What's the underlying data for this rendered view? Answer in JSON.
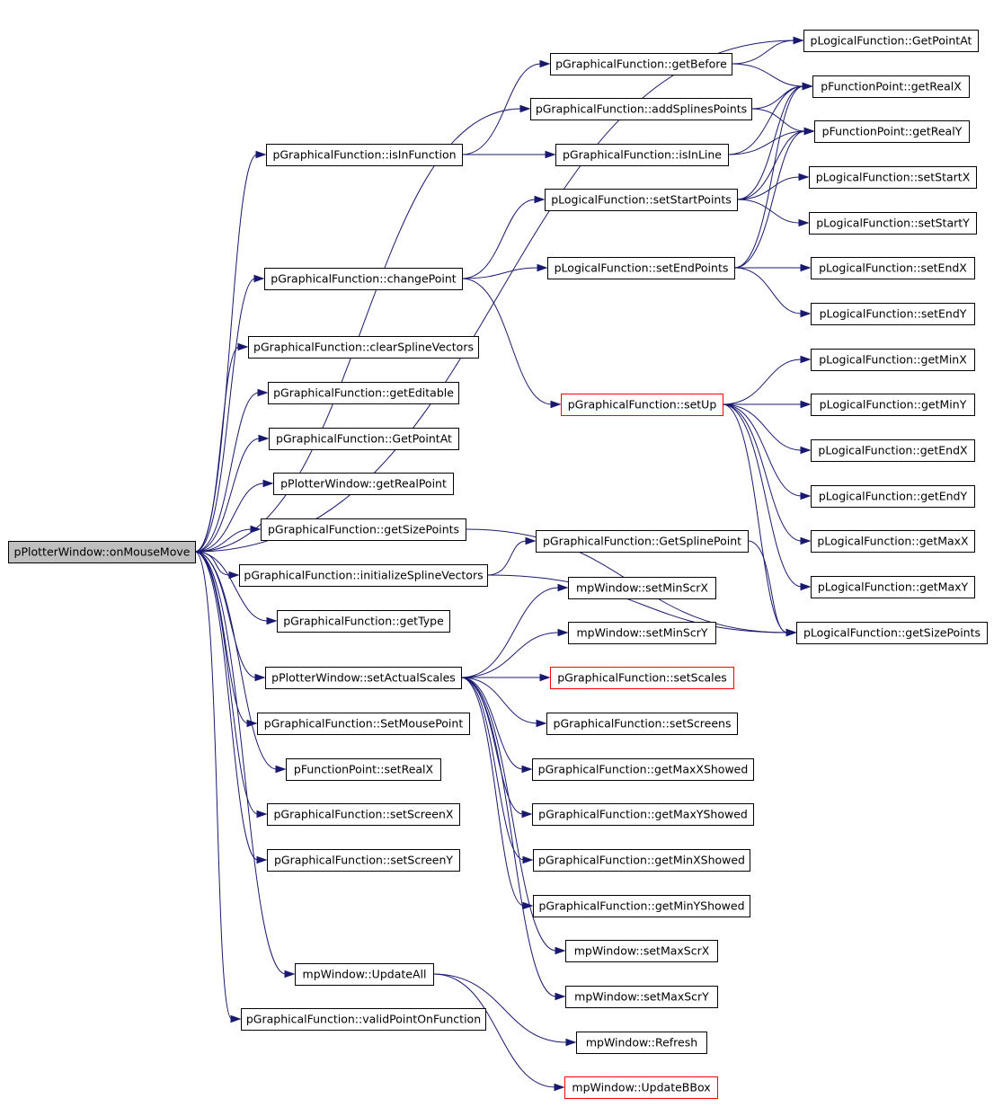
{
  "diagram": {
    "title": "",
    "nodes": [
      {
        "id": "root",
        "label": "pPlotterWindow::onMouseMove",
        "style": "root"
      },
      {
        "id": "isInFunction",
        "label": "pGraphicalFunction::isInFunction"
      },
      {
        "id": "changePoint",
        "label": "pGraphicalFunction::changePoint"
      },
      {
        "id": "clearSplineVectors",
        "label": "pGraphicalFunction::clearSplineVectors"
      },
      {
        "id": "getEditable",
        "label": "pGraphicalFunction::getEditable"
      },
      {
        "id": "gf_GetPointAt",
        "label": "pGraphicalFunction::GetPointAt"
      },
      {
        "id": "getRealPoint",
        "label": "pPlotterWindow::getRealPoint"
      },
      {
        "id": "gf_getSizePoints",
        "label": "pGraphicalFunction::getSizePoints"
      },
      {
        "id": "initializeSplineVectors",
        "label": "pGraphicalFunction::initializeSplineVectors"
      },
      {
        "id": "getType",
        "label": "pGraphicalFunction::getType"
      },
      {
        "id": "setActualScales",
        "label": "pPlotterWindow::setActualScales"
      },
      {
        "id": "SetMousePoint",
        "label": "pGraphicalFunction::SetMousePoint"
      },
      {
        "id": "fp_setRealX",
        "label": "pFunctionPoint::setRealX"
      },
      {
        "id": "setScreenX",
        "label": "pGraphicalFunction::setScreenX"
      },
      {
        "id": "setScreenY",
        "label": "pGraphicalFunction::setScreenY"
      },
      {
        "id": "UpdateAll",
        "label": "mpWindow::UpdateAll"
      },
      {
        "id": "validPointOnFunction",
        "label": "pGraphicalFunction::validPointOnFunction"
      },
      {
        "id": "getBefore",
        "label": "pGraphicalFunction::getBefore"
      },
      {
        "id": "addSplinesPoints",
        "label": "pGraphicalFunction::addSplinesPoints"
      },
      {
        "id": "isInLine",
        "label": "pGraphicalFunction::isInLine"
      },
      {
        "id": "setStartPoints",
        "label": "pLogicalFunction::setStartPoints"
      },
      {
        "id": "setEndPoints",
        "label": "pLogicalFunction::setEndPoints"
      },
      {
        "id": "setUp",
        "label": "pGraphicalFunction::setUp",
        "style": "red"
      },
      {
        "id": "GetSplinePoint",
        "label": "pGraphicalFunction::GetSplinePoint"
      },
      {
        "id": "setMinScrX",
        "label": "mpWindow::setMinScrX"
      },
      {
        "id": "setMinScrY",
        "label": "mpWindow::setMinScrY"
      },
      {
        "id": "setScales",
        "label": "pGraphicalFunction::setScales",
        "style": "red"
      },
      {
        "id": "setScreens",
        "label": "pGraphicalFunction::setScreens"
      },
      {
        "id": "getMaxXShowed",
        "label": "pGraphicalFunction::getMaxXShowed"
      },
      {
        "id": "getMaxYShowed",
        "label": "pGraphicalFunction::getMaxYShowed"
      },
      {
        "id": "getMinXShowed",
        "label": "pGraphicalFunction::getMinXShowed"
      },
      {
        "id": "getMinYShowed",
        "label": "pGraphicalFunction::getMinYShowed"
      },
      {
        "id": "setMaxScrX",
        "label": "mpWindow::setMaxScrX"
      },
      {
        "id": "setMaxScrY",
        "label": "mpWindow::setMaxScrY"
      },
      {
        "id": "Refresh",
        "label": "mpWindow::Refresh"
      },
      {
        "id": "UpdateBBox",
        "label": "mpWindow::UpdateBBox",
        "style": "red"
      },
      {
        "id": "lf_GetPointAt",
        "label": "pLogicalFunction::GetPointAt"
      },
      {
        "id": "fp_getRealX",
        "label": "pFunctionPoint::getRealX"
      },
      {
        "id": "fp_getRealY",
        "label": "pFunctionPoint::getRealY"
      },
      {
        "id": "setStartX",
        "label": "pLogicalFunction::setStartX"
      },
      {
        "id": "setStartY",
        "label": "pLogicalFunction::setStartY"
      },
      {
        "id": "setEndX",
        "label": "pLogicalFunction::setEndX"
      },
      {
        "id": "setEndY",
        "label": "pLogicalFunction::setEndY"
      },
      {
        "id": "getMinX",
        "label": "pLogicalFunction::getMinX"
      },
      {
        "id": "getMinY",
        "label": "pLogicalFunction::getMinY"
      },
      {
        "id": "getEndX",
        "label": "pLogicalFunction::getEndX"
      },
      {
        "id": "getEndY",
        "label": "pLogicalFunction::getEndY"
      },
      {
        "id": "getMaxX",
        "label": "pLogicalFunction::getMaxX"
      },
      {
        "id": "getMaxY",
        "label": "pLogicalFunction::getMaxY"
      },
      {
        "id": "lf_getSizePoints",
        "label": "pLogicalFunction::getSizePoints"
      }
    ],
    "edges": [
      [
        "root",
        "isInFunction"
      ],
      [
        "root",
        "changePoint"
      ],
      [
        "root",
        "clearSplineVectors"
      ],
      [
        "root",
        "getEditable"
      ],
      [
        "root",
        "gf_GetPointAt"
      ],
      [
        "root",
        "getRealPoint"
      ],
      [
        "root",
        "gf_getSizePoints"
      ],
      [
        "root",
        "initializeSplineVectors"
      ],
      [
        "root",
        "getType"
      ],
      [
        "root",
        "setActualScales"
      ],
      [
        "root",
        "SetMousePoint"
      ],
      [
        "root",
        "fp_setRealX"
      ],
      [
        "root",
        "setScreenX"
      ],
      [
        "root",
        "setScreenY"
      ],
      [
        "root",
        "UpdateAll"
      ],
      [
        "root",
        "validPointOnFunction"
      ],
      [
        "root",
        "addSplinesPoints"
      ],
      [
        "root",
        "lf_GetPointAt"
      ],
      [
        "isInFunction",
        "getBefore"
      ],
      [
        "isInFunction",
        "isInLine"
      ],
      [
        "getBefore",
        "lf_GetPointAt"
      ],
      [
        "getBefore",
        "fp_getRealX"
      ],
      [
        "addSplinesPoints",
        "fp_getRealX"
      ],
      [
        "addSplinesPoints",
        "fp_getRealY"
      ],
      [
        "isInLine",
        "fp_getRealX"
      ],
      [
        "isInLine",
        "fp_getRealY"
      ],
      [
        "changePoint",
        "setStartPoints"
      ],
      [
        "changePoint",
        "setEndPoints"
      ],
      [
        "changePoint",
        "setUp"
      ],
      [
        "setStartPoints",
        "fp_getRealX"
      ],
      [
        "setStartPoints",
        "fp_getRealY"
      ],
      [
        "setStartPoints",
        "setStartX"
      ],
      [
        "setStartPoints",
        "setStartY"
      ],
      [
        "setEndPoints",
        "fp_getRealX"
      ],
      [
        "setEndPoints",
        "fp_getRealY"
      ],
      [
        "setEndPoints",
        "setEndX"
      ],
      [
        "setEndPoints",
        "setEndY"
      ],
      [
        "setUp",
        "getMinX"
      ],
      [
        "setUp",
        "getMinY"
      ],
      [
        "setUp",
        "getEndX"
      ],
      [
        "setUp",
        "getEndY"
      ],
      [
        "setUp",
        "getMaxX"
      ],
      [
        "setUp",
        "getMaxY"
      ],
      [
        "setUp",
        "lf_getSizePoints"
      ],
      [
        "gf_getSizePoints",
        "lf_getSizePoints"
      ],
      [
        "initializeSplineVectors",
        "GetSplinePoint"
      ],
      [
        "initializeSplineVectors",
        "lf_getSizePoints"
      ],
      [
        "GetSplinePoint",
        "lf_getSizePoints"
      ],
      [
        "setActualScales",
        "setMinScrX"
      ],
      [
        "setActualScales",
        "setMinScrY"
      ],
      [
        "setActualScales",
        "setScales"
      ],
      [
        "setActualScales",
        "setScreens"
      ],
      [
        "setActualScales",
        "getMaxXShowed"
      ],
      [
        "setActualScales",
        "getMaxYShowed"
      ],
      [
        "setActualScales",
        "getMinXShowed"
      ],
      [
        "setActualScales",
        "getMinYShowed"
      ],
      [
        "setActualScales",
        "setMaxScrX"
      ],
      [
        "setActualScales",
        "setMaxScrY"
      ],
      [
        "UpdateAll",
        "Refresh"
      ],
      [
        "UpdateAll",
        "UpdateBBox"
      ]
    ]
  }
}
